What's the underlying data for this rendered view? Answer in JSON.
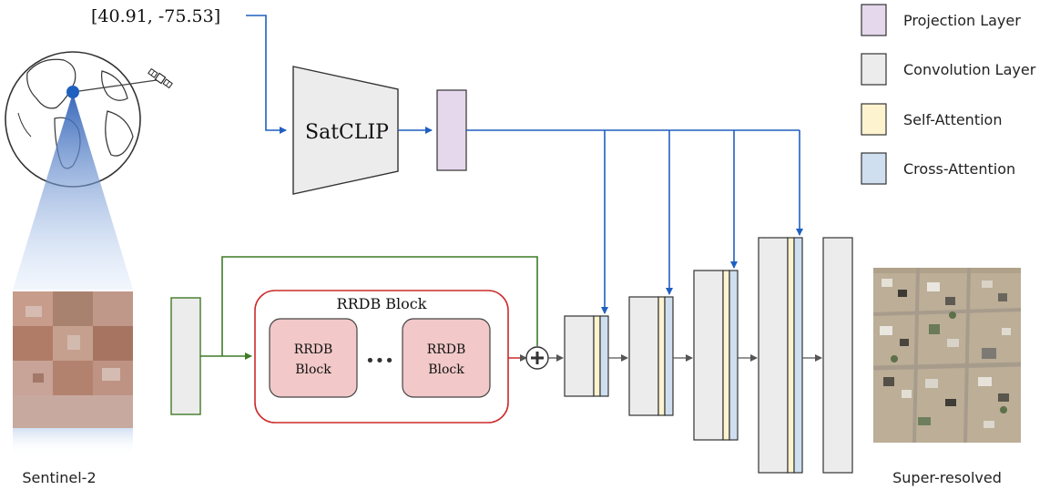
{
  "coordinates": "[40.91, -75.53]",
  "encoder": {
    "label": "SatCLIP"
  },
  "rrdb": {
    "outer_title": "RRDB Block",
    "inner_line1": "RRDB",
    "inner_line2": "Block",
    "ellipsis": "•••"
  },
  "input_caption": "Sentinel-2",
  "output_caption": "Super-resolved",
  "legend": [
    {
      "label": "Projection Layer",
      "color": "#e5d8ec"
    },
    {
      "label": "Convolution Layer",
      "color": "#ececec"
    },
    {
      "label": "Self-Attention",
      "color": "#fdf3cf"
    },
    {
      "label": "Cross-Attention",
      "color": "#cfdff0"
    }
  ],
  "colors": {
    "conditioning_arrow": "#1f5fc0",
    "skip_arrow": "#3e7b27",
    "rrdb_border": "#cc2a2a",
    "rrdb_fill": "#f2c8c8",
    "flow_arrow": "#555555"
  }
}
